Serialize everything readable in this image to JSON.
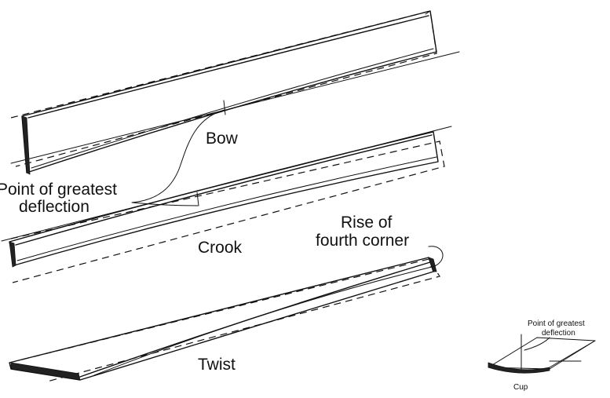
{
  "labels": {
    "bow": "Bow",
    "point_of_deflection_line1": "Point of greatest",
    "point_of_deflection_line2": "deflection",
    "crook": "Crook",
    "rise_line1": "Rise of",
    "rise_line2": "fourth corner",
    "twist": "Twist",
    "cup_point_line1": "Point of greatest",
    "cup_point_line2": "deflection",
    "cup": "Cup"
  }
}
